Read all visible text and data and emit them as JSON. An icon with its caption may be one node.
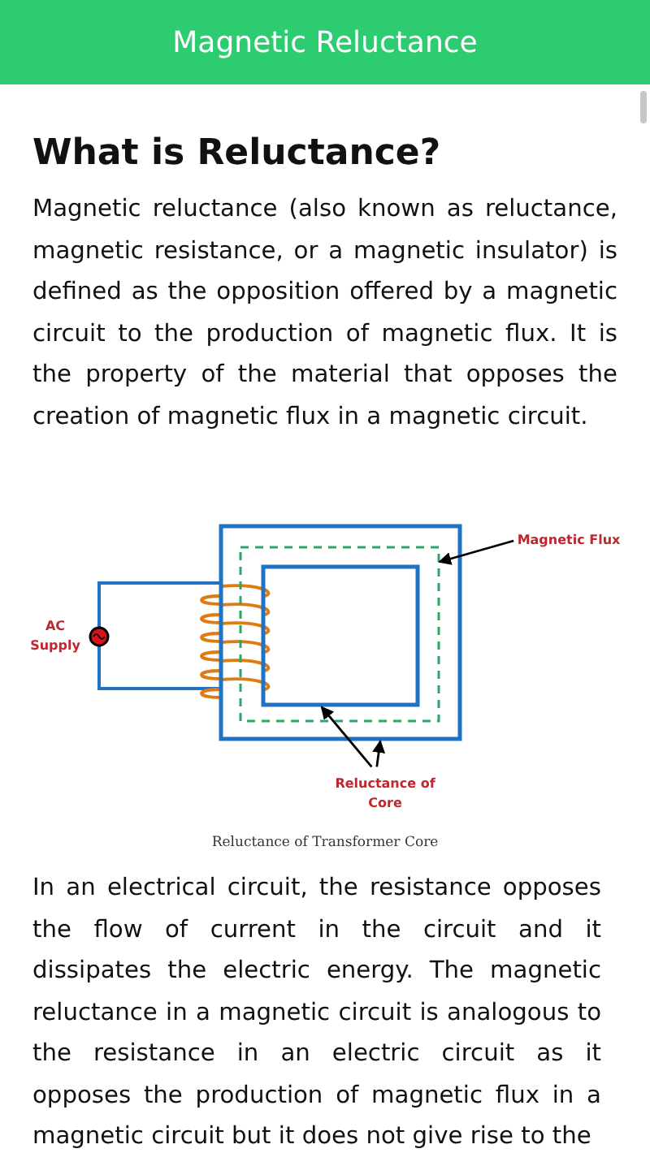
{
  "diagram": {
    "title": "Magnetic Reluctance",
    "caption": "Reluctance of Transformer Core",
    "nodes": [
      {
        "text": [
          "Magnetic Flux"
        ]
      },
      {
        "text": [],
        "shape": "box"
      },
      {
        "text": [],
        "shape": "box",
        "in": 1
      },
      {
        "text": [
          "Reluctance of Core"
        ]
      }
    ],
    "edges": [
      {
        "from": 0,
        "to": 2,
        "arrow": "to"
      },
      {
        "from": 3,
        "to": 1,
        "arrow": "to"
      },
      {
        "from": 3,
        "to": 1,
        "arrow": "to"
      }
    ],
    "labels": [
      "What is Reluctance?",
      "Magnetic reluctance (also known as reluctance, magnetic resistance, or a magnetic insulator) is defined as the opposition offered by a magnetic circuit to the production of magnetic flux. It is the property of the material that opposes the creation of magnetic flux in a magnetic circuit.",
      "AC Supply",
      "In an electrical circuit, the resistance opposes the flow of current in the circuit and it dissipates the electric energy. The magnetic reluctance in a magnetic circuit is analogous to the resistance in an electric circuit as it opposes the production of magnetic flux in a magnetic circuit but it does not give rise to the"
    ]
  }
}
